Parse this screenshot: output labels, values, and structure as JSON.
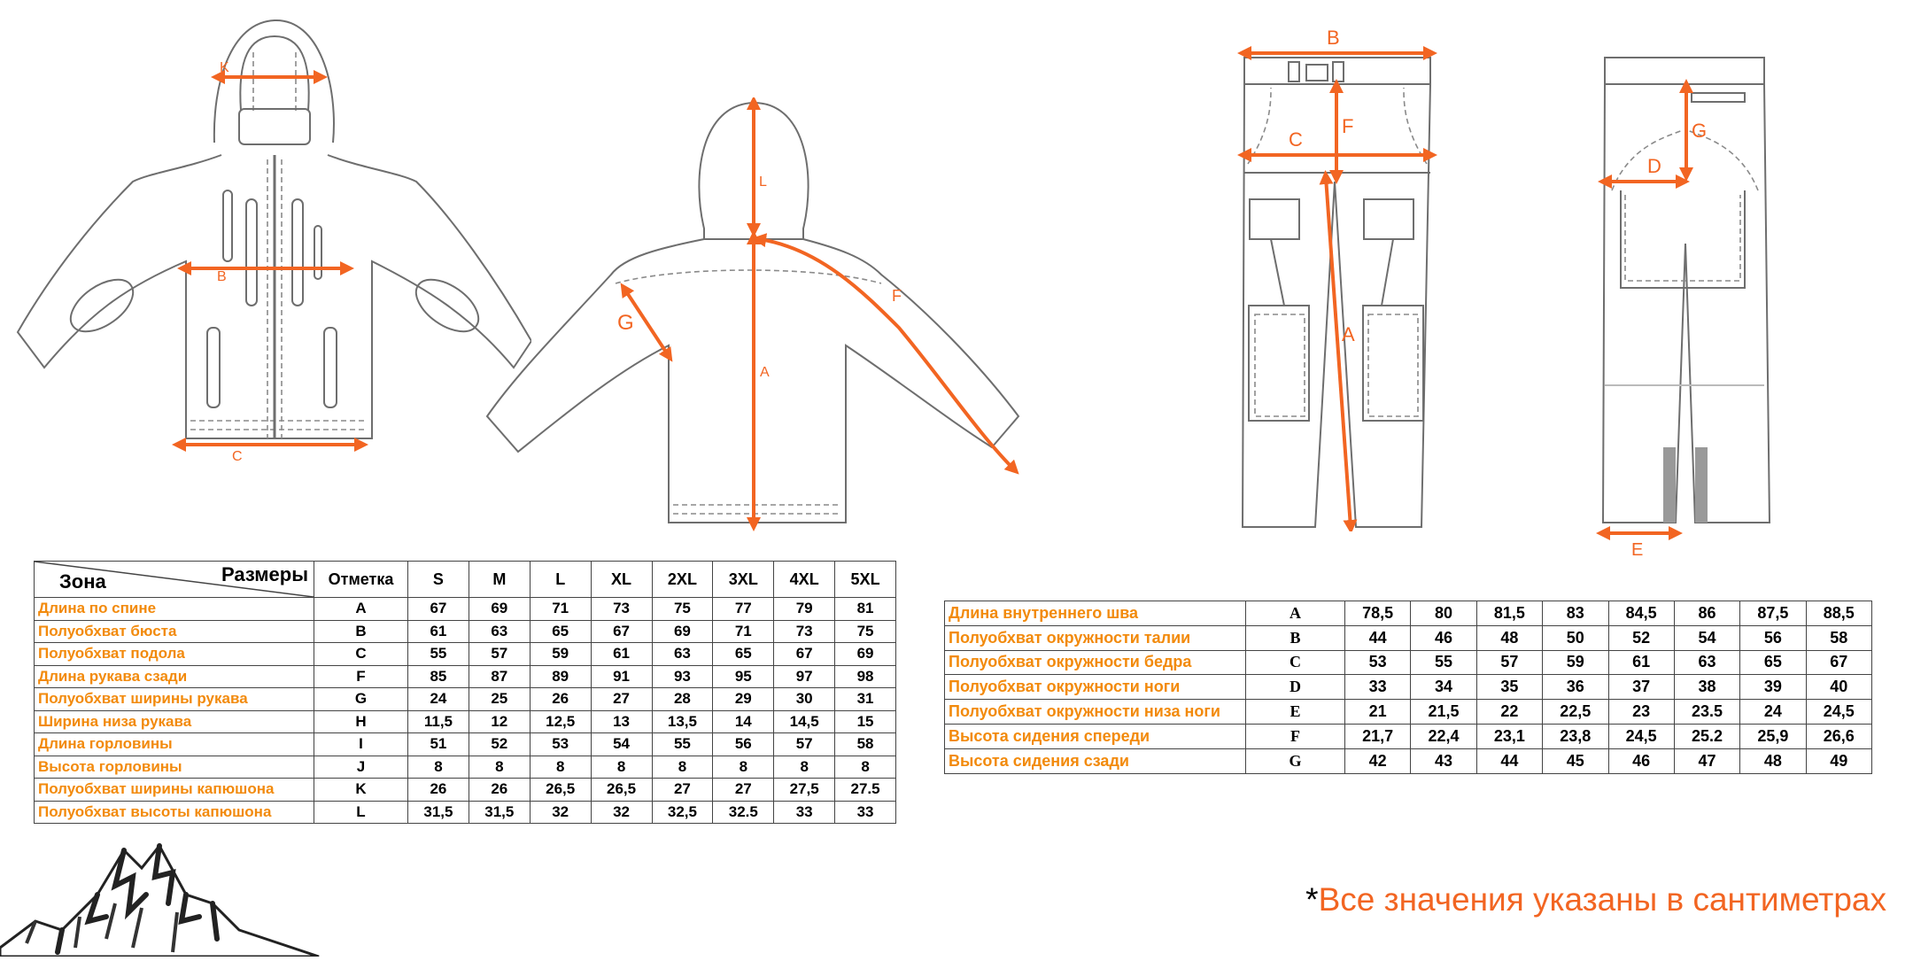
{
  "jacket_front": {
    "labels": [
      "K",
      "B",
      "C"
    ]
  },
  "jacket_back": {
    "labels": [
      "L",
      "A",
      "G",
      "F"
    ]
  },
  "pants_front": {
    "labels": [
      "B",
      "C",
      "F",
      "A"
    ]
  },
  "pants_back": {
    "labels": [
      "G",
      "D",
      "E"
    ]
  },
  "jacket_table": {
    "zone_label": "Зона",
    "sizes_label": "Размеры",
    "mark_header": "Отметка",
    "sizes": [
      "S",
      "M",
      "L",
      "XL",
      "2XL",
      "3XL",
      "4XL",
      "5XL"
    ],
    "rows": [
      {
        "name": "Длина по спине",
        "mark": "A",
        "values": [
          "67",
          "69",
          "71",
          "73",
          "75",
          "77",
          "79",
          "81"
        ]
      },
      {
        "name": "Полуобхват бюста",
        "mark": "B",
        "values": [
          "61",
          "63",
          "65",
          "67",
          "69",
          "71",
          "73",
          "75"
        ]
      },
      {
        "name": "Полуобхват подола",
        "mark": "C",
        "values": [
          "55",
          "57",
          "59",
          "61",
          "63",
          "65",
          "67",
          "69"
        ]
      },
      {
        "name": "Длина рукава сзади",
        "mark": "F",
        "values": [
          "85",
          "87",
          "89",
          "91",
          "93",
          "95",
          "97",
          "98"
        ]
      },
      {
        "name": "Полуобхват ширины рукава",
        "mark": "G",
        "values": [
          "24",
          "25",
          "26",
          "27",
          "28",
          "29",
          "30",
          "31"
        ]
      },
      {
        "name": "Ширина низа рукава",
        "mark": "H",
        "values": [
          "11,5",
          "12",
          "12,5",
          "13",
          "13,5",
          "14",
          "14,5",
          "15"
        ]
      },
      {
        "name": "Длина горловины",
        "mark": "I",
        "values": [
          "51",
          "52",
          "53",
          "54",
          "55",
          "56",
          "57",
          "58"
        ]
      },
      {
        "name": "Высота горловины",
        "mark": "J",
        "values": [
          "8",
          "8",
          "8",
          "8",
          "8",
          "8",
          "8",
          "8"
        ]
      },
      {
        "name": "Полуобхват ширины капюшона",
        "mark": "K",
        "values": [
          "26",
          "26",
          "26,5",
          "26,5",
          "27",
          "27",
          "27,5",
          "27.5"
        ]
      },
      {
        "name": "Полуобхват высоты капюшона",
        "mark": "L",
        "values": [
          "31,5",
          "31,5",
          "32",
          "32",
          "32,5",
          "32.5",
          "33",
          "33"
        ]
      }
    ]
  },
  "pants_table": {
    "rows": [
      {
        "name": "Длина внутреннего шва",
        "mark": "A",
        "values": [
          "78,5",
          "80",
          "81,5",
          "83",
          "84,5",
          "86",
          "87,5",
          "88,5"
        ]
      },
      {
        "name": "Полуобхват окружности талии",
        "mark": "B",
        "values": [
          "44",
          "46",
          "48",
          "50",
          "52",
          "54",
          "56",
          "58"
        ]
      },
      {
        "name": "Полуобхват окружности бедра",
        "mark": "C",
        "values": [
          "53",
          "55",
          "57",
          "59",
          "61",
          "63",
          "65",
          "67"
        ]
      },
      {
        "name": "Полуобхват окружности ноги",
        "mark": "D",
        "values": [
          "33",
          "34",
          "35",
          "36",
          "37",
          "38",
          "39",
          "40"
        ]
      },
      {
        "name": "Полуобхват окружности низа ноги",
        "mark": "E",
        "values": [
          "21",
          "21,5",
          "22",
          "22,5",
          "23",
          "23.5",
          "24",
          "24,5"
        ]
      },
      {
        "name": "Высота сидения спереди",
        "mark": "F",
        "values": [
          "21,7",
          "22,4",
          "23,1",
          "23,8",
          "24,5",
          "25.2",
          "25,9",
          "26,6"
        ]
      },
      {
        "name": "Высота сидения сзади",
        "mark": "G",
        "values": [
          "42",
          "43",
          "44",
          "45",
          "46",
          "47",
          "48",
          "49"
        ]
      }
    ]
  },
  "footnote": {
    "star": "*",
    "text": "Все значения указаны в сантиметрах"
  },
  "colors": {
    "accent": "#f26522",
    "row_label": "#f28a0c",
    "line": "#6e6e6e"
  }
}
